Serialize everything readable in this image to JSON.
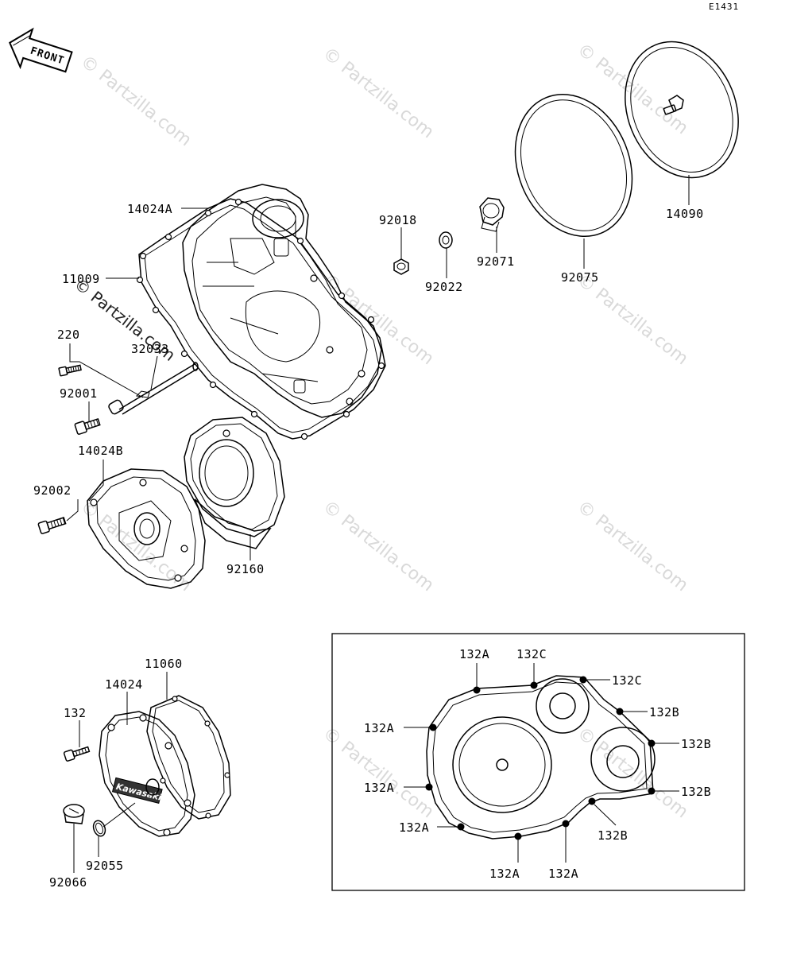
{
  "diagram_code": "E1431",
  "front_label": "FRONT",
  "brand_badge": "Kawasaki",
  "watermark_text": "© Partzilla.com",
  "labels": {
    "p14024A": "14024A",
    "p11009": "11009",
    "p220": "220",
    "p32033": "32033",
    "p92001": "92001",
    "p14024B": "14024B",
    "p92002": "92002",
    "p92160": "92160",
    "p92018": "92018",
    "p92022": "92022",
    "p92071": "92071",
    "p92075": "92075",
    "p14090": "14090",
    "p11060": "11060",
    "p14024": "14024",
    "p132": "132",
    "p92055": "92055",
    "p92066": "92066"
  },
  "detail_labels": {
    "top_a": "132A",
    "top_c": "132C",
    "right_c": "132C",
    "right_b1": "132B",
    "right_b2": "132B",
    "right_b3": "132B",
    "left_a1": "132A",
    "left_a2": "132A",
    "left_a3": "132A",
    "bottom_b": "132B",
    "bottom_a1": "132A",
    "bottom_a2": "132A"
  }
}
